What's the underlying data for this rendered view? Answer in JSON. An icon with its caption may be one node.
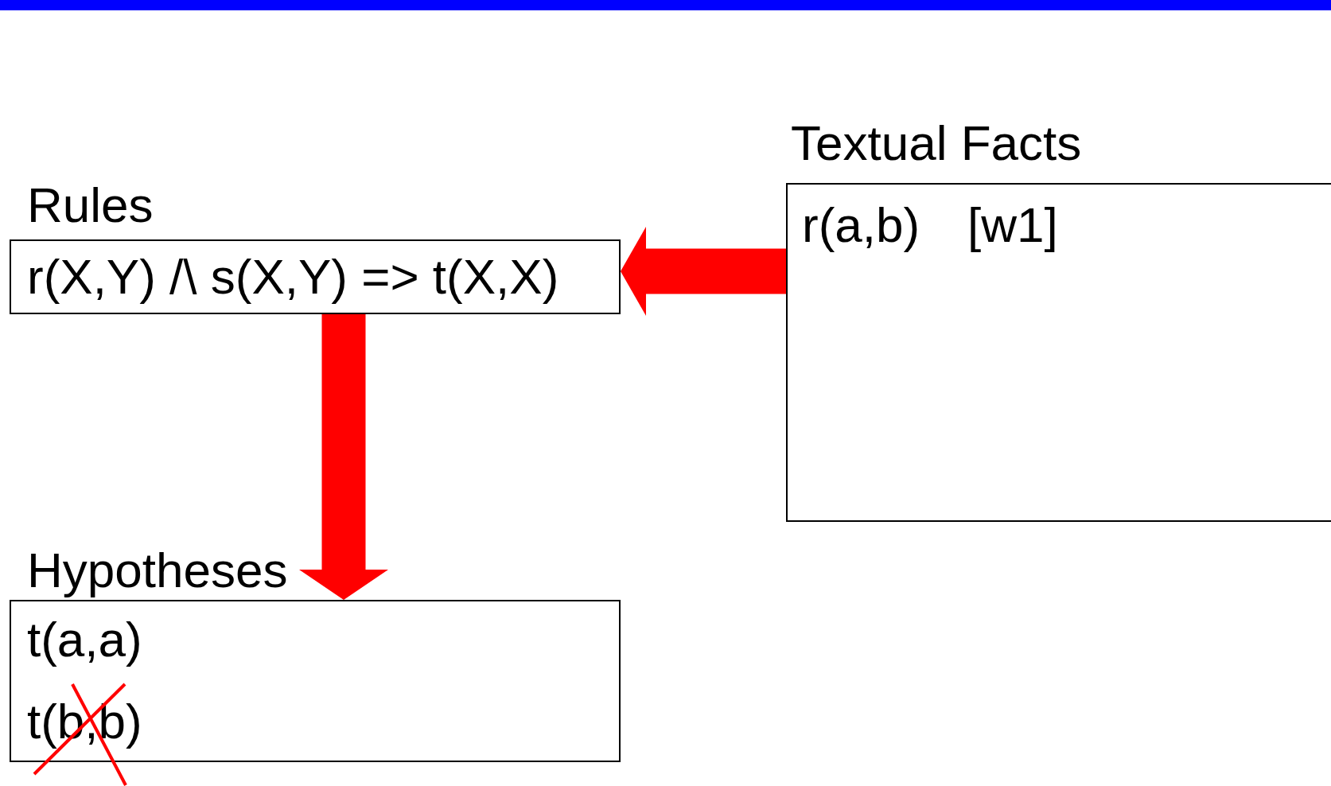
{
  "diagram": {
    "nodes": [
      {
        "text": [
          "Rules",
          "r(X,Y) /\\ s(X,Y) => t(X,X)"
        ]
      },
      {
        "text": [
          "Textual Facts",
          "r(a,b)",
          "[w1]"
        ]
      },
      {
        "text": [
          "Hypotheses",
          "t(a,a)",
          "t(b,b)"
        ]
      }
    ],
    "edges": [
      {
        "from": 1,
        "to": 0,
        "arrow": "to"
      },
      {
        "from": 0,
        "to": 2,
        "arrow": "to"
      }
    ]
  }
}
